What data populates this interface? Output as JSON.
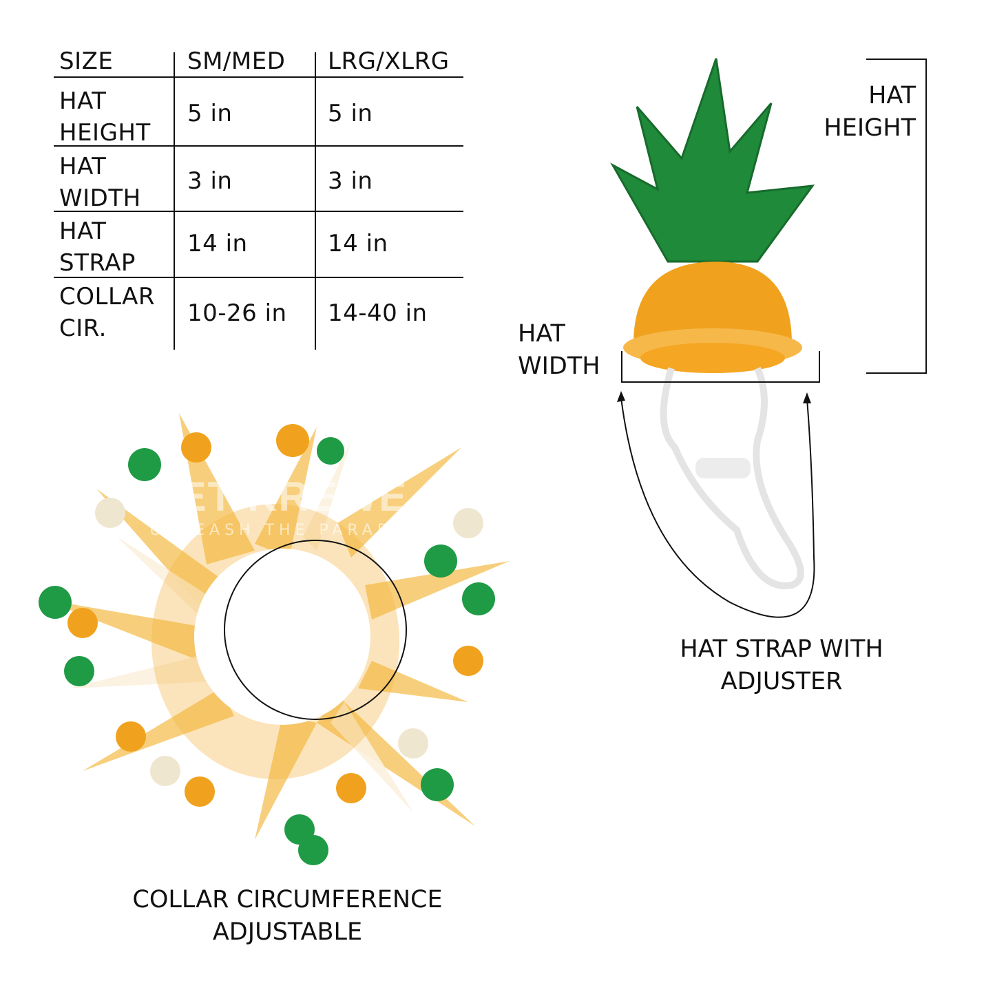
{
  "size_table": {
    "headers": [
      "SIZE",
      "SM/MED",
      "LRG/XLRG"
    ],
    "rows": [
      {
        "label": "HAT HEIGHT",
        "sm_med": "5 in",
        "lrg_xlrg": "5 in"
      },
      {
        "label": "HAT WIDTH",
        "sm_med": "3 in",
        "lrg_xlrg": "3 in"
      },
      {
        "label": "HAT STRAP",
        "sm_med": "14 in",
        "lrg_xlrg": "14 in"
      },
      {
        "label": "COLLAR CIR.",
        "sm_med": "10-26 in",
        "lrg_xlrg": "14-40 in"
      }
    ]
  },
  "annotations": {
    "hat_height": "HAT HEIGHT",
    "hat_width": "HAT WIDTH",
    "hat_strap": "HAT STRAP WITH ADJUSTER",
    "collar": "COLLAR CIRCUMFERENCE ADJUSTABLE"
  },
  "watermark": {
    "brand": "PET KREWE",
    "tagline": "UNLEASH THE PARADE"
  },
  "colors": {
    "green": "#1f8a3a",
    "orange": "#f0a21e",
    "line": "#111111"
  }
}
